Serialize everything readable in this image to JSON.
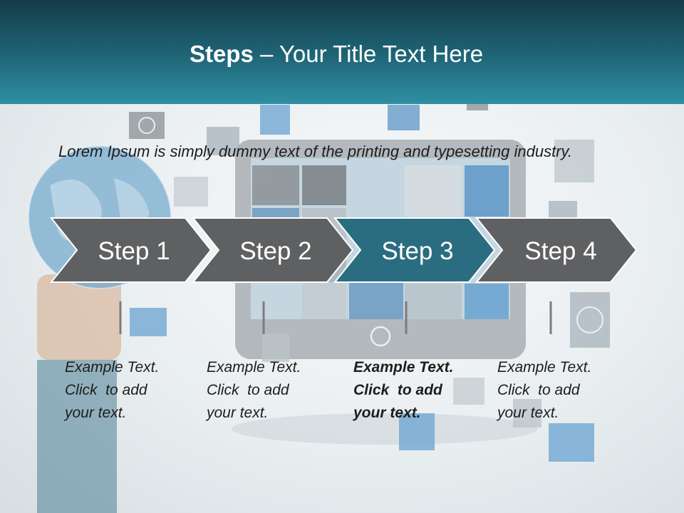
{
  "title": {
    "bold": "Steps",
    "rest": " – Your Title Text Here"
  },
  "intro": "Lorem Ipsum is simply dummy text of the printing and typesetting industry.",
  "steps": [
    {
      "label": "Step 1",
      "active": false,
      "desc": [
        "Example Text.",
        "Click  to add",
        "your text."
      ]
    },
    {
      "label": "Step 2",
      "active": false,
      "desc": [
        "Example Text.",
        "Click  to add",
        "your text."
      ]
    },
    {
      "label": "Step 3",
      "active": true,
      "desc": [
        "Example Text.",
        "Click  to add",
        "your text."
      ]
    },
    {
      "label": "Step 4",
      "active": false,
      "desc": [
        "Example Text.",
        "Click  to add",
        "your text."
      ]
    }
  ],
  "colors": {
    "header_dark": "#143c48",
    "header_light": "#2f8fa2",
    "step_gray": "#5f6062",
    "step_active": "#2b6d80",
    "connector": "#7a7d80"
  }
}
